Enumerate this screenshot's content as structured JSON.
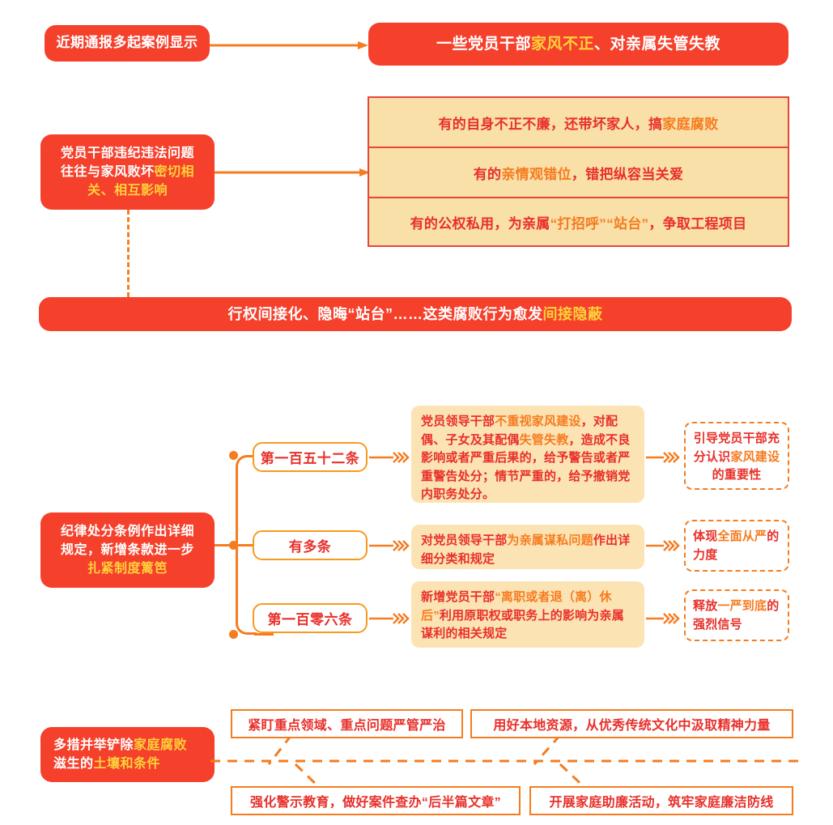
{
  "theme": {
    "red": "#F5402C",
    "red_text": "#E8302A",
    "orange": "#F57C20",
    "orange_border": "#F99A1E",
    "yellow": "#FFD23A",
    "cream": "#F9DFA8",
    "peach": "#FCE3B4",
    "white": "#FFFFFF"
  },
  "section1": {
    "source_label": "近期通报多起案例显示",
    "headline": {
      "pre": "一些党员干部",
      "highlight": "家风不正",
      "post": "、对亲属失管失教"
    },
    "cause_box": {
      "line1": "党员干部违纪违法问题",
      "line2_pre": "往往与家风败坏",
      "line2_hl": "密切相",
      "line3_hl": "关、相互影响"
    },
    "manifestations": [
      {
        "pre": "有的自身不正不廉，还带坏家人，搞",
        "highlight": "家庭腐败",
        "post": ""
      },
      {
        "pre": "有的",
        "highlight": "亲情观错位",
        "post": "，错把纵容当关爱"
      },
      {
        "pre": "有的公权私用，为亲属",
        "highlight": "“打招呼”“站台”",
        "post": "，争取工程项目"
      }
    ],
    "banner": {
      "pre": "行权间接化、隐晦“站台”……这类腐败行为愈发",
      "highlight": "间接隐蔽",
      "post": ""
    }
  },
  "section2": {
    "intro_box": {
      "line1": "纪律处分条例作出详细",
      "line2": "规定，新增条款进一步",
      "line3_hl": "扎紧制度篱笆"
    },
    "rows": [
      {
        "label": "第一百五十二条",
        "detail": [
          {
            "t": "党员领导干部",
            "hl": false
          },
          {
            "t": "不重视家风建设",
            "hl": true
          },
          {
            "t": "，对配偶、子女及其配偶",
            "hl": false
          },
          {
            "t": "失管失教",
            "hl": true
          },
          {
            "t": "，造成不良影响或者严重后果的，给予警告或者严重警告处分；情节严重的，给予撤销党内职务处分。",
            "hl": false
          }
        ],
        "outcome": [
          {
            "t": "引导党员干部充分认识",
            "hl": false
          },
          {
            "t": "家风建设",
            "hl": true
          },
          {
            "t": "的重要性",
            "hl": false
          }
        ]
      },
      {
        "label": "有多条",
        "detail": [
          {
            "t": "对党员领导干部",
            "hl": false
          },
          {
            "t": "为亲属谋私问题",
            "hl": true
          },
          {
            "t": "作出详细分类和规定",
            "hl": false
          }
        ],
        "outcome": [
          {
            "t": "体现",
            "hl": false
          },
          {
            "t": "全面从严",
            "hl": true
          },
          {
            "t": "的力度",
            "hl": false
          }
        ]
      },
      {
        "label": "第一百零六条",
        "detail": [
          {
            "t": "新增党员干部",
            "hl": false
          },
          {
            "t": "“离职或者退（离）休后”",
            "hl": true
          },
          {
            "t": "利用原职权或职务上的影响为亲属谋利的相关规定",
            "hl": false
          }
        ],
        "outcome": [
          {
            "t": "释放",
            "hl": false
          },
          {
            "t": "一严到底",
            "hl": true
          },
          {
            "t": "的强烈信号",
            "hl": false
          }
        ]
      }
    ]
  },
  "section3": {
    "intro_box": {
      "line1_pre": "多措并举铲除",
      "line1_hl": "家庭腐败",
      "line2_pre": "滋生的",
      "line2_hl": "土壤和条件"
    },
    "measures": [
      {
        "pre": "紧盯",
        "highlight": "重点领域、重点问题",
        "post": "严管严治",
        "post_hl": true
      },
      {
        "pre": "用好",
        "highlight": "本地资源",
        "post": "，从优秀传统文化中汲取",
        "post2": "精神力量"
      },
      {
        "pre": "强化",
        "highlight": "警示教育",
        "post": "，做好案件查办",
        "post2": "“后半篇文章”"
      },
      {
        "pre": "开展",
        "highlight": "家庭助廉活动",
        "post": "，筑牢家庭廉洁防线",
        "post2": ""
      }
    ],
    "measure_texts": [
      "紧盯重点领域、重点问题严管严治",
      "用好本地资源，从优秀传统文化中汲取精神力量",
      "强化警示教育，做好案件查办“后半篇文章”",
      "开展家庭助廉活动，筑牢家庭廉洁防线"
    ]
  },
  "icons": {
    "arrow_right": "arrow-right-icon",
    "chevron_arrow": "triple-chevron-arrow-icon",
    "node_dot": "node-dot-icon"
  }
}
